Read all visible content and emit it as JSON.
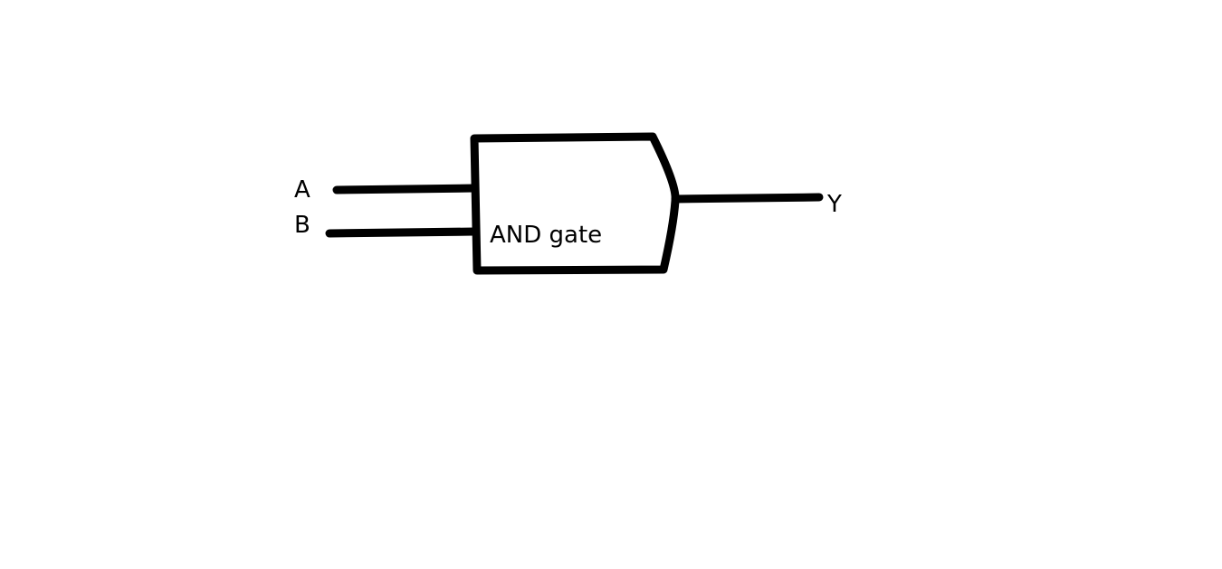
{
  "diagram": {
    "gate_label": "AND gate",
    "inputs": [
      {
        "label": "A"
      },
      {
        "label": "B"
      }
    ],
    "output": {
      "label": "Y"
    },
    "colors": {
      "stroke": "#000000",
      "background": "#ffffff"
    }
  }
}
